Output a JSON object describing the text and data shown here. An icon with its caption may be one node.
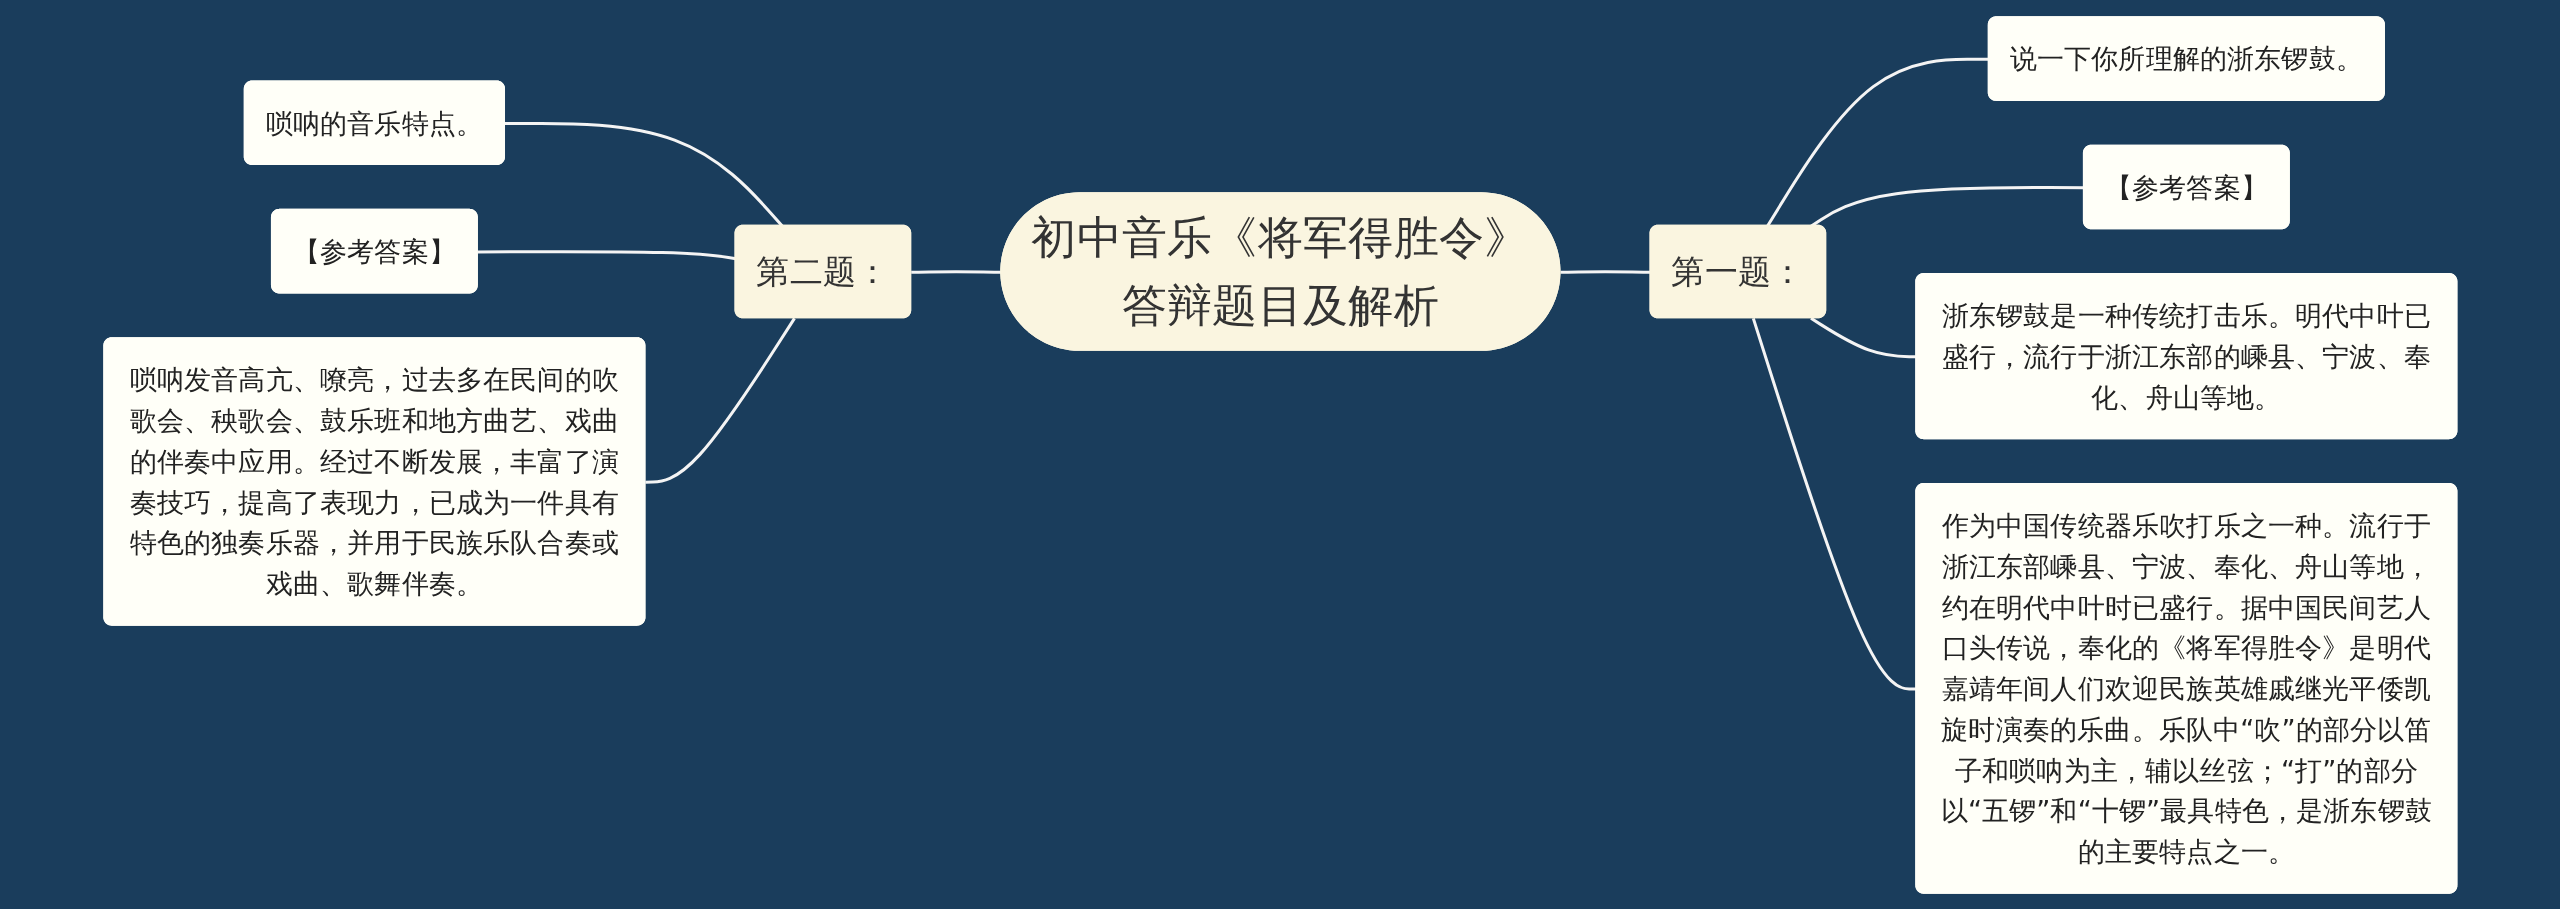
{
  "diagram": {
    "nodes": [
      {
        "text": [
          "初中音乐《将军得胜令》答辩题目及解析"
        ]
      },
      {
        "text": [
          "第一题："
        ]
      },
      {
        "text": [
          "说一下你所理解的浙东锣鼓。"
        ]
      },
      {
        "text": [
          "【参考答案】"
        ]
      },
      {
        "text": [
          "浙东锣鼓是一种传统打击乐。明代中叶已盛行，流行于浙江东部的嵊县、宁波、奉化、舟山等地。"
        ]
      },
      {
        "text": [
          "作为中国传统器乐吹打乐之一种。流行于浙江东部嵊县、宁波、奉化、舟山等地，约在明代中叶时已盛行。据中国民间艺人口头传说，奉化的《将军得胜令》是明代嘉靖年间人们欢迎民族英雄戚继光平倭凯旋时演奏的乐曲。乐队中“吹”的部分以笛子和唢呐为主，辅以丝弦；“打”的部分以“五锣”和“十锣”最具特色，是浙东锣鼓的主要特点之一。"
        ]
      },
      {
        "text": [
          "第二题："
        ]
      },
      {
        "text": [
          "唢呐的音乐特点。"
        ]
      },
      {
        "text": [
          "【参考答案】"
        ]
      },
      {
        "text": [
          "唢呐发音高亢、嘹亮，过去多在民间的吹歌会、秧歌会、鼓乐班和地方曲艺、戏曲的伴奏中应用。经过不断发展，丰富了演奏技巧，提高了表现力，已成为一件具有特色的独奏乐器，并用于民族乐队合奏或戏曲、歌舞伴奏。"
        ]
      }
    ],
    "edges": [
      {
        "from": 0,
        "to": 1,
        "arrow": "none"
      },
      {
        "from": 1,
        "to": 2,
        "arrow": "none"
      },
      {
        "from": 1,
        "to": 3,
        "arrow": "none"
      },
      {
        "from": 1,
        "to": 4,
        "arrow": "none"
      },
      {
        "from": 1,
        "to": 5,
        "arrow": "none"
      },
      {
        "from": 6,
        "to": 0,
        "arrow": "none"
      },
      {
        "from": 7,
        "to": 6,
        "arrow": "none"
      },
      {
        "from": 8,
        "to": 6,
        "arrow": "none"
      },
      {
        "from": 9,
        "to": 6,
        "arrow": "none"
      }
    ]
  }
}
